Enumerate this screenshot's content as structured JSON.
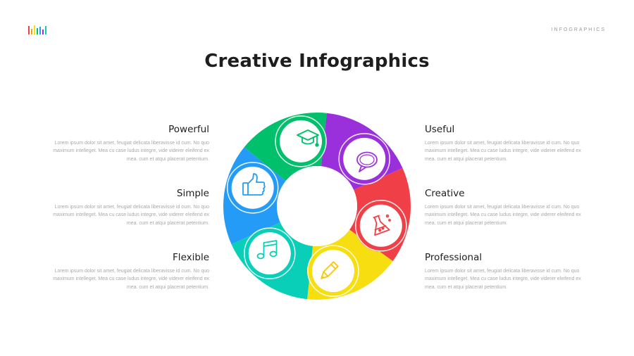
{
  "header": {
    "top_label": "INFOGRAPHICS"
  },
  "title": "Creative Infographics",
  "colors": {
    "green": "#00c06b",
    "purple": "#9a30dc",
    "red": "#f03f46",
    "yellow": "#f7de10",
    "teal": "#0acfb8",
    "blue": "#249cf7"
  },
  "items": [
    {
      "title": "Powerful",
      "text": "Lorem ipsum dolor sit amet, feugiat delicata liberavisse id cum. No quo maximum intelleget. Mea cu case ludus integre, vide viderer eleifend ex mea. cum et atqui placerat petentium."
    },
    {
      "title": "Simple",
      "text": "Lorem ipsum dolor sit amet, feugiat delicata liberavisse id cum. No quo maximum intelleget. Mea cu case ludus integre, vide viderer eleifend ex mea. cum et atqui placerat petentium."
    },
    {
      "title": "Flexible",
      "text": "Lorem ipsum dolor sit amet, feugiat delicata liberavisse id cum. No quo maximum intelleget. Mea cu case ludus integre, vide viderer eleifend ex mea. cum et atqui placerat petentium."
    },
    {
      "title": "Useful",
      "text": "Lorem ipsum dolor sit amet, feugiat delicata liberavisse id cum. No quo maximum intelleget. Mea cu case ludus integre, vide viderer eleifend ex mea. cum et atqui placerat petentium."
    },
    {
      "title": "Creative",
      "text": "Lorem ipsum dolor sit amet, feugiat delicata liberavisse id cum. No quo maximum intelleget. Mea cu case ludus integre, vide viderer eleifend ex mea. cum et atqui placerat petentium."
    },
    {
      "title": "Professional",
      "text": "Lorem ipsum dolor sit amet, feugiat delicata liberavisse id cum. No quo maximum intelleget. Mea cu case ludus integre, vide viderer eleifend ex mea. cum et atqui placerat petentium."
    }
  ],
  "icons": [
    "graduation-cap-icon",
    "speech-bubble-icon",
    "flask-icon",
    "pencil-icon",
    "music-note-icon",
    "thumbs-up-icon"
  ]
}
